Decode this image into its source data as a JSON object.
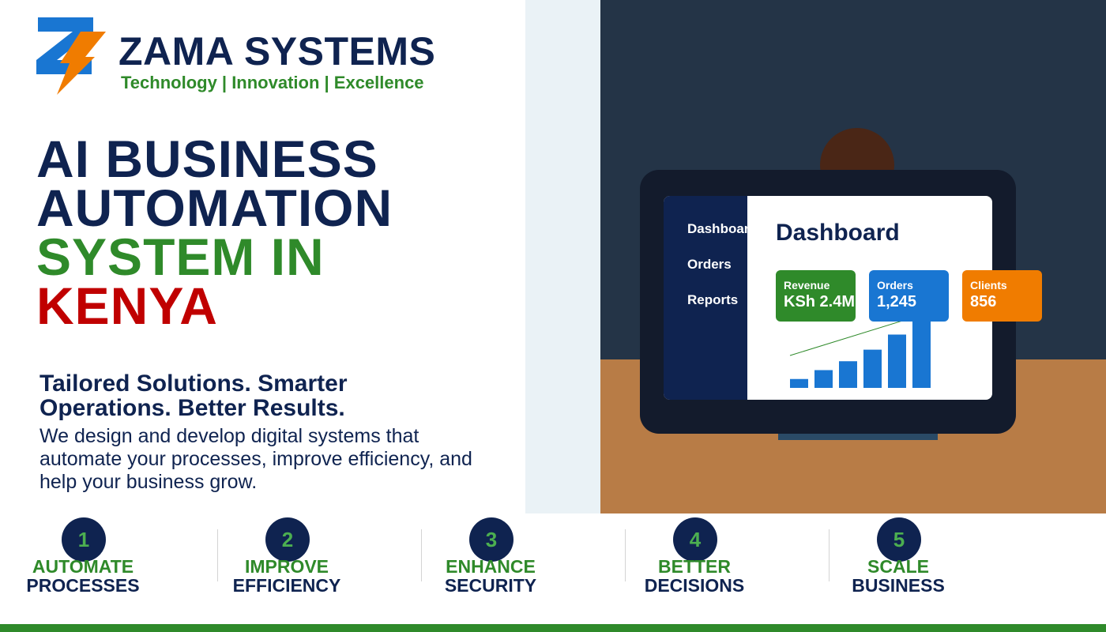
{
  "brand": {
    "name": "ZAMA SYSTEMS",
    "tagline": "Technology | Innovation | Excellence",
    "logo_icon": "z-lightning-logo-icon",
    "colors": {
      "navy": "#0f2350",
      "green": "#2f8a2a",
      "red": "#c00000",
      "orange": "#f07c00",
      "blue": "#1976d2"
    }
  },
  "hero": {
    "line1": "AI BUSINESS",
    "line2": "AUTOMATION",
    "line3": "SYSTEM IN",
    "line4": "KENYA"
  },
  "subheading": "Tailored Solutions. Smarter Operations. Better Results.",
  "description": "We design and develop digital systems that automate your processes, improve efficiency, and help your business grow.",
  "illustration": {
    "sidebar": [
      {
        "label": "Dashboard"
      },
      {
        "label": "Orders"
      },
      {
        "label": "Reports"
      }
    ],
    "dashboard_title": "Dashboard",
    "cards": [
      {
        "label": "Revenue",
        "value": "KSh 2.4M",
        "color": "#2f8a2a"
      },
      {
        "label": "Orders",
        "value": "1,245",
        "color": "#1976d2"
      },
      {
        "label": "Clients",
        "value": "856",
        "color": "#f07c00"
      }
    ],
    "bar_values": [
      1,
      2,
      3,
      4.3,
      6,
      8
    ]
  },
  "features": [
    {
      "number": "1",
      "line1": "AUTOMATE",
      "line2": "PROCESSES"
    },
    {
      "number": "2",
      "line1": "IMPROVE",
      "line2": "EFFICIENCY"
    },
    {
      "number": "3",
      "line1": "ENHANCE",
      "line2": "SECURITY"
    },
    {
      "number": "4",
      "line1": "BETTER",
      "line2": "DECISIONS"
    },
    {
      "number": "5",
      "line1": "SCALE",
      "line2": "BUSINESS"
    }
  ]
}
